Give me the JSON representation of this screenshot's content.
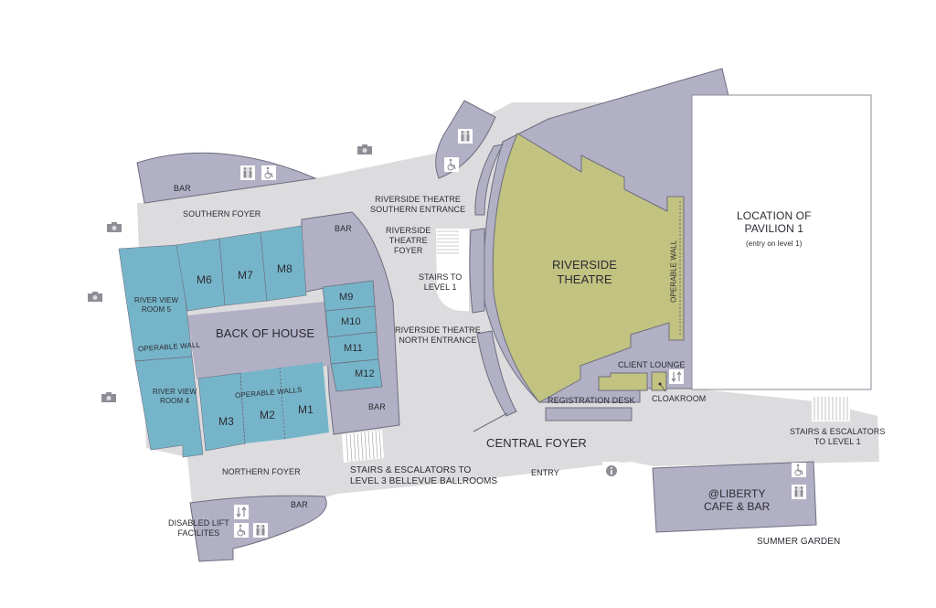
{
  "map": {
    "colors": {
      "background": "#ffffff",
      "foyer": "#dcdcde",
      "service": "#b1b0c4",
      "meeting_room": "#76b5c9",
      "theatre": "#c2c281",
      "outline": "#6e6e80",
      "pavilion": "#ffffff",
      "text": "#2b2b33",
      "icon_gray": "#8e8e96"
    },
    "areas": {
      "southern_foyer": "SOUTHERN FOYER",
      "northern_foyer": "NORTHERN FOYER",
      "central_foyer": "CENTRAL FOYER",
      "entry": "ENTRY",
      "summer_garden": "SUMMER GARDEN",
      "riverside_theatre_southern_entrance": [
        "RIVERSIDE THEATRE",
        "SOUTHERN ENTRANCE"
      ],
      "riverside_theatre_north_entrance": [
        "RIVERSIDE THEATRE",
        "NORTH ENTRANCE"
      ],
      "riverside_theatre_foyer": [
        "RIVERSIDE",
        "THEATRE",
        "FOYER"
      ],
      "stairs_to_level_1": [
        "STAIRS TO",
        "LEVEL 1"
      ],
      "stairs_escalators_level3": [
        "STAIRS & ESCALATORS TO",
        "LEVEL 3 BELLEVUE BALLROOMS"
      ],
      "stairs_escalators_level1": [
        "STAIRS & ESCALATORS",
        "TO LEVEL 1"
      ],
      "disabled_lift": [
        "DISABLED LIFT",
        "FACILITES"
      ]
    },
    "rooms": {
      "back_of_house": "BACK OF HOUSE",
      "river_view_room_5": [
        "RIVER VIEW",
        "ROOM 5"
      ],
      "river_view_room_4": [
        "RIVER VIEW",
        "ROOM 4"
      ],
      "operable_wall": "OPERABLE WALL",
      "operable_walls": "OPERABLE WALLS",
      "m1": "M1",
      "m2": "M2",
      "m3": "M3",
      "m6": "M6",
      "m7": "M7",
      "m8": "M8",
      "m9": "M9",
      "m10": "M10",
      "m11": "M11",
      "m12": "M12",
      "bar_south": "BAR",
      "bar_center_top": "BAR",
      "bar_center_bottom": "BAR",
      "bar_north": "BAR",
      "riverside_theatre": [
        "RIVERSIDE",
        "THEATRE"
      ],
      "theatre_operable_wall": "OPERABLE WALL",
      "client_lounge": "CLIENT LOUNGE",
      "cloakroom": "CLOAKROOM",
      "registration_desk": "REGISTRATION DESK",
      "pavilion": [
        "LOCATION OF",
        "PAVILION 1"
      ],
      "pavilion_note": "(entry on level 1)",
      "liberty_cafe": [
        "@LIBERTY",
        "CAFE & BAR"
      ]
    },
    "icons": {
      "toilets": "toilets-icon",
      "accessible": "wheelchair-icon",
      "lift": "lift-icon",
      "info": "info-icon",
      "camera": "camera-icon"
    }
  }
}
